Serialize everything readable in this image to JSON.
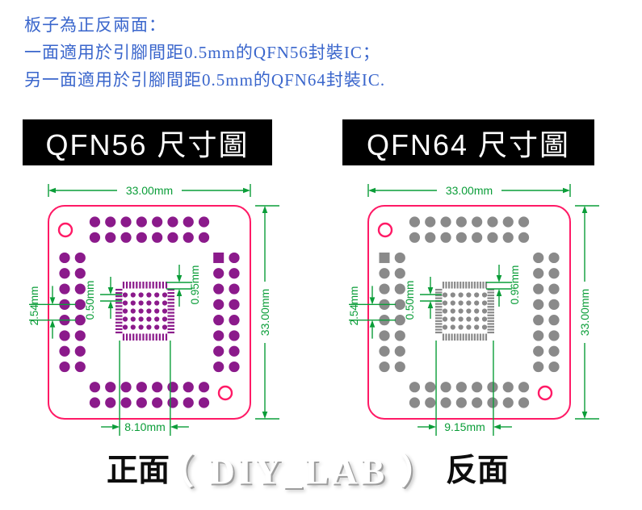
{
  "header": {
    "lines": [
      "板子為正反兩面：",
      "一面適用於引腳間距0.5mm的QFN56封裝IC；",
      "另一面適用於引腳間距0.5mm的QFN64封裝IC."
    ],
    "text_color": "#3a66cc"
  },
  "watermark": "（ DIY_LAB ）",
  "captions": {
    "front": "正面",
    "back": "反面"
  },
  "colors": {
    "dimension": "#0a9d38",
    "board_outline": "#ff1a66",
    "qfn56_pad": "#8b1a8b",
    "qfn64_pad": "#8a8a8a",
    "bar_background": "#000000",
    "bar_text": "#ffffff"
  },
  "diagrams": [
    {
      "title": "QFN56 尺寸圖",
      "pad_color": "#8b1a8b",
      "pads_per_side": 14,
      "inner_grid": {
        "cols": 6,
        "rows": 5
      },
      "square_pad": "right-top",
      "mounting_holes": [
        "top-left",
        "bottom-right"
      ],
      "dims": {
        "board_width": "33.00mm",
        "board_height": "33.00mm",
        "hole_row_pitch": "2.54mm",
        "pad_pitch": "0.50mm",
        "pad_length": "0.95mm",
        "footprint_span": "8.10mm"
      }
    },
    {
      "title": "QFN64 尺寸圖",
      "pad_color": "#8a8a8a",
      "pads_per_side": 16,
      "inner_grid": {
        "cols": 6,
        "rows": 5
      },
      "square_pad": "left-top",
      "mounting_holes": [
        "top-left",
        "bottom-right"
      ],
      "dims": {
        "board_width": "33.00mm",
        "board_height": "33.00mm",
        "hole_row_pitch": "2.54mm",
        "pad_pitch": "0.50mm",
        "pad_length": "0.96mm",
        "footprint_span": "9.15mm"
      }
    }
  ]
}
